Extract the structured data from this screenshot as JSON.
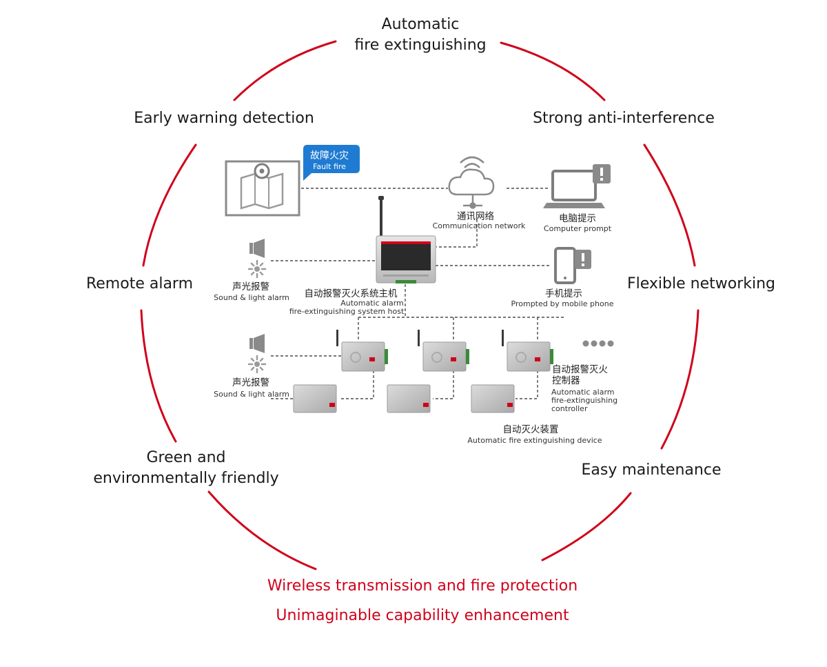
{
  "features": {
    "automatic_fire": [
      "Automatic",
      "fire extinguishing"
    ],
    "early_warning": "Early warning detection",
    "anti_interference": "Strong anti-interference",
    "remote_alarm": "Remote alarm",
    "flexible_networking": "Flexible networking",
    "green": [
      "Green and",
      "environmentally friendly"
    ],
    "easy_maintenance": "Easy maintenance"
  },
  "tagline": {
    "line1": "Wireless transmission and fire protection",
    "line2": "Unimaginable capability enhancement"
  },
  "diagram": {
    "fault_fire": {
      "cn": "故障火灾",
      "en": "Fault fire"
    },
    "network": {
      "cn": "通讯网络",
      "en": "Communication network"
    },
    "computer": {
      "cn": "电脑提示",
      "en": "Computer prompt"
    },
    "mobile": {
      "cn": "手机提示",
      "en": "Prompted by mobile phone"
    },
    "host": {
      "cn": "自动报警灭火系统主机",
      "en1": "Automatic alarm",
      "en2": "fire-extinguishing system host"
    },
    "sound_light_1": {
      "cn": "声光报警",
      "en": "Sound & light alarm"
    },
    "sound_light_2": {
      "cn": "声光报警",
      "en": "Sound & light alarm"
    },
    "controller": {
      "cn1": "自动报警灭火",
      "cn2": "控制器",
      "en1": "Automatic alarm",
      "en2": "fire-extinguishing",
      "en3": "controller"
    },
    "device": {
      "cn": "自动灭火装置",
      "en": "Automatic fire extinguishing device"
    }
  },
  "colors": {
    "accent": "#d0021b",
    "text": "#1a1a1a",
    "device_gray": "#c8c8c8"
  }
}
